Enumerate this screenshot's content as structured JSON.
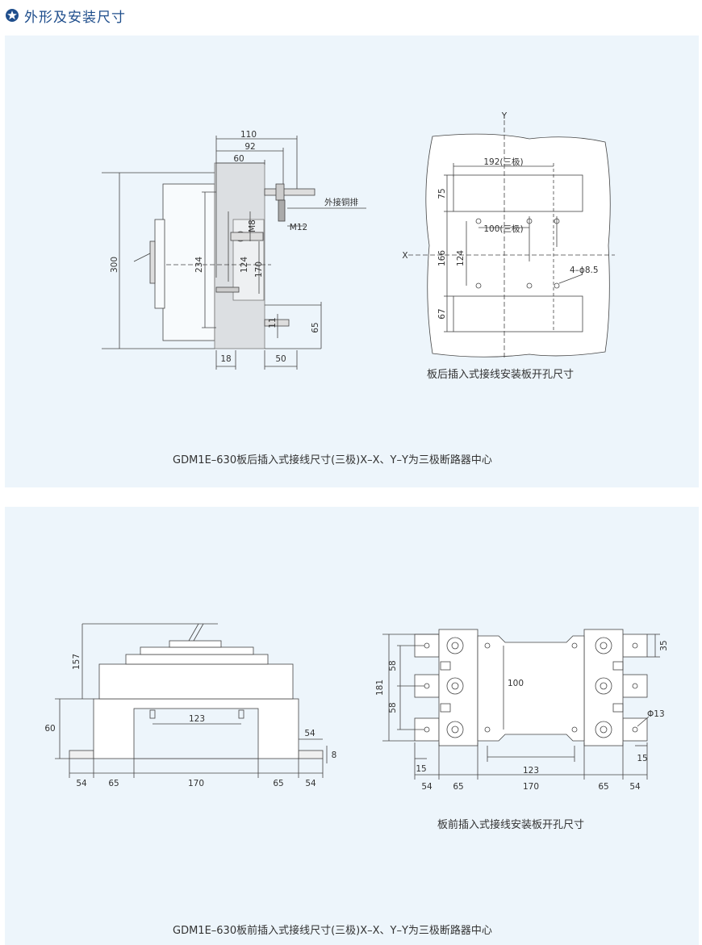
{
  "section": {
    "title": "外形及安装尺寸",
    "icon": "star-badge-icon",
    "title_color": "#1f4e8c",
    "panel_bg": "#edf5fb"
  },
  "panel1": {
    "side": {
      "d110": "110",
      "d92": "92",
      "d60": "60",
      "d300": "300",
      "d234": "234",
      "m8": "M8",
      "d124": "124",
      "d170": "170",
      "m12": "M12",
      "busbar": "外接铜排",
      "d11": "11",
      "d65": "65",
      "d18": "18",
      "d50": "50"
    },
    "cut": {
      "y": "Y",
      "x": "X",
      "w192": "192(三极)",
      "d75": "75",
      "d100": "100(三极)",
      "d166": "166",
      "d124": "124",
      "holes": "4–ϕ8.5",
      "d67": "67"
    },
    "cut_caption": "板后插入式接线安装板开孔尺寸",
    "caption": "GDM1E–630板后插入式接线尺寸(三极)X–X、Y–Y为三极断路器中心"
  },
  "panel2": {
    "front": {
      "d157": "157",
      "d60": "60",
      "d123": "123",
      "d54r": "54",
      "d8": "8",
      "b54a": "54",
      "b65a": "65",
      "b170": "170",
      "b65b": "65",
      "b54b": "54"
    },
    "plan": {
      "d181": "181",
      "d58a": "58",
      "d58b": "58",
      "d100": "100",
      "d35": "35",
      "phi13": "Φ13",
      "d15l": "15",
      "d15r": "15",
      "d123": "123",
      "b54a": "54",
      "b65a": "65",
      "b170": "170",
      "b65b": "65",
      "b54b": "54"
    },
    "plan_caption": "板前插入式接线安装板开孔尺寸",
    "caption": "GDM1E–630板前插入式接线尺寸(三极)X–X、Y–Y为三极断路器中心"
  }
}
